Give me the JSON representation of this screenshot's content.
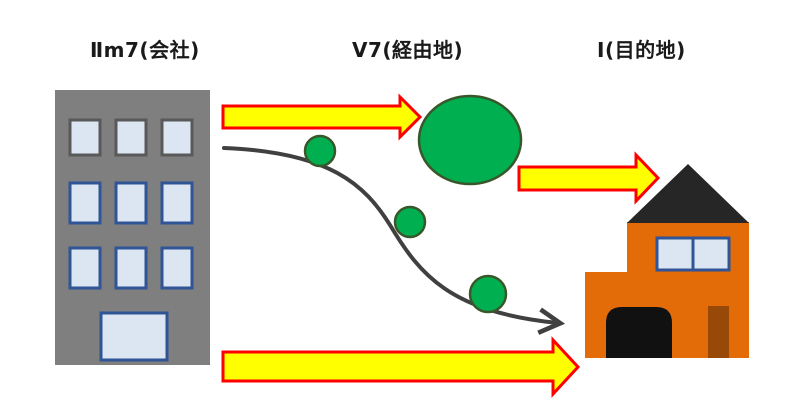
{
  "labels": {
    "company": "Ⅱm7(会社)",
    "via": "Ⅴ7(経由地)",
    "destination": "Ⅰ(目的地)"
  },
  "colors": {
    "building": "#7f7f7f",
    "window_fill": "#dce6f2",
    "window_border_top": "#595959",
    "window_border": "#2f5597",
    "arrow_fill": "#ffff00",
    "arrow_border": "#ff0000",
    "circle_fill": "#00b050",
    "circle_border": "#38572a",
    "curve": "#404040",
    "house_wall": "#e36c09",
    "house_roof": "#262626",
    "house_door": "#984807",
    "garage": "#111111"
  },
  "icons": {
    "company": "office-building-icon",
    "destination": "house-icon",
    "via_points": "green-circle-icon"
  }
}
